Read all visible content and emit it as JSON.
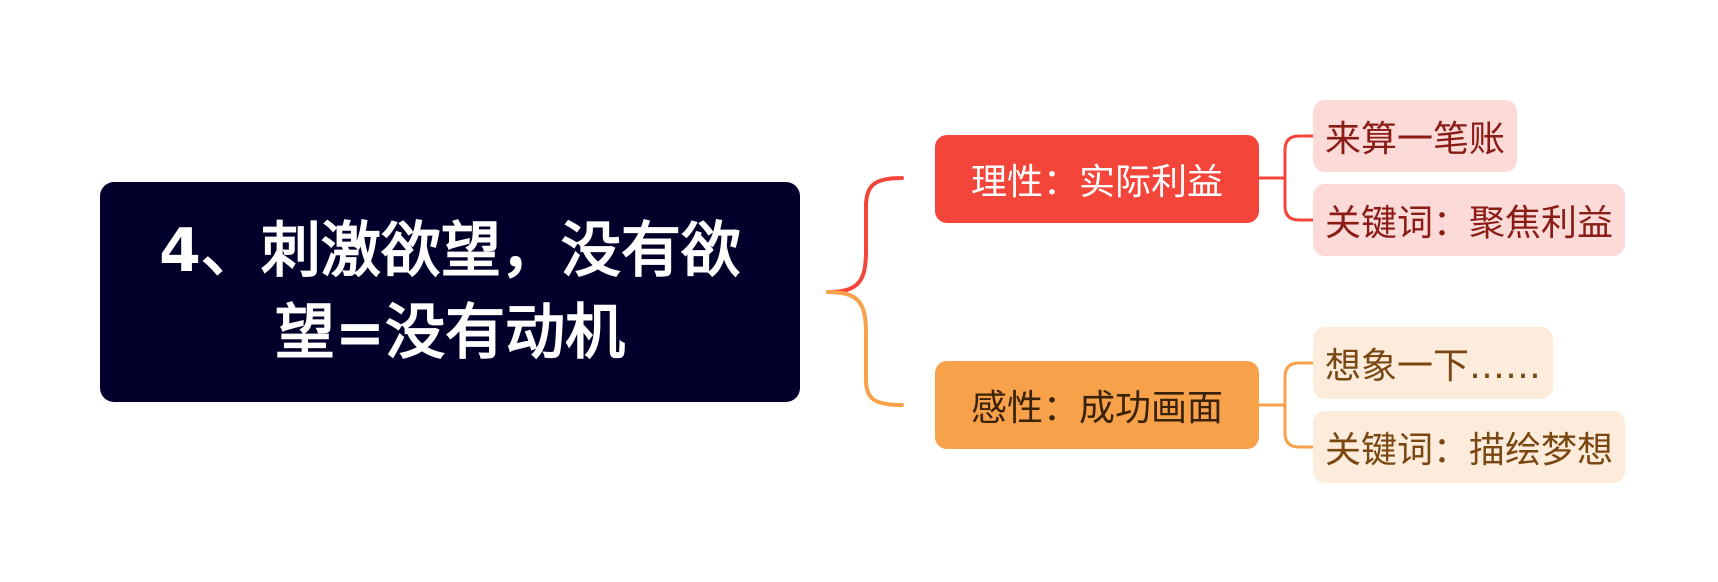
{
  "root": {
    "title": "4、刺激欲望，没有欲望=没有动机"
  },
  "branches": [
    {
      "label": "理性：实际利益",
      "color": "#f4453b",
      "children": [
        "来算一笔账",
        "关键词：聚焦利益"
      ]
    },
    {
      "label": "感性：成功画面",
      "color": "#f7a14b",
      "children": [
        "想象一下……",
        "关键词：描绘梦想"
      ]
    }
  ],
  "colors": {
    "root_bg": "#00002a",
    "leaf_red_bg": "#fcdad8",
    "leaf_orange_bg": "#fdecdb"
  }
}
